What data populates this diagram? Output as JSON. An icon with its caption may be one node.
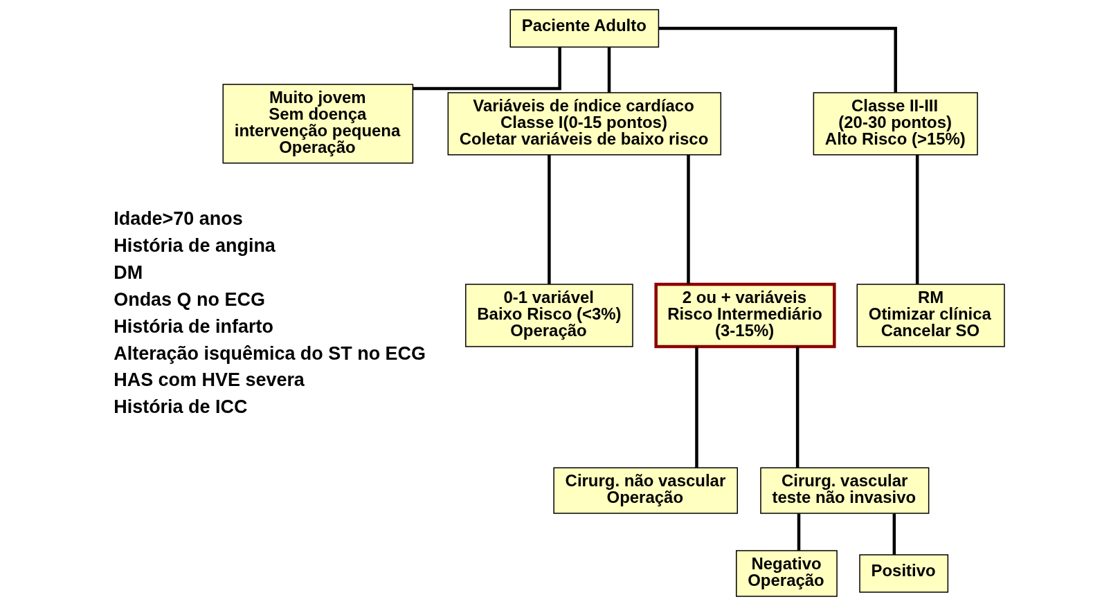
{
  "diagram": {
    "nodes": [
      {
        "text": [
          "Paciente Adulto"
        ]
      },
      {
        "text": [
          "Muito jovem",
          "Sem doença",
          "intervenção pequena",
          "Operação"
        ]
      },
      {
        "text": [
          "Variáveis de índice cardíaco",
          "Classe I(0-15 pontos)",
          "Coletar variáveis de baixo risco"
        ]
      },
      {
        "text": [
          "Classe II-III",
          "(20-30 pontos)",
          "Alto Risco (>15%)"
        ]
      },
      {
        "text": [
          "0-1 variável",
          "Baixo Risco (<3%)",
          "Operação"
        ]
      },
      {
        "text": [
          "2 ou + variáveis",
          "Risco Intermediário",
          "(3-15%)"
        ]
      },
      {
        "text": [
          "RM",
          "Otimizar clínica",
          "Cancelar SO"
        ]
      },
      {
        "text": [
          "Cirurg. não vascular",
          "Operação"
        ]
      },
      {
        "text": [
          "Cirurg. vascular",
          "teste não invasivo"
        ]
      },
      {
        "text": [
          "Negativo",
          "Operação"
        ]
      },
      {
        "text": [
          "Positivo"
        ]
      }
    ],
    "edges": [
      {
        "from": 0,
        "to": 1,
        "arrow": "none"
      },
      {
        "from": 0,
        "to": 2,
        "arrow": "none"
      },
      {
        "from": 0,
        "to": 3,
        "arrow": "none"
      },
      {
        "from": 2,
        "to": 4,
        "arrow": "none"
      },
      {
        "from": 2,
        "to": 5,
        "arrow": "none"
      },
      {
        "from": 3,
        "to": 6,
        "arrow": "none"
      },
      {
        "from": 5,
        "to": 7,
        "arrow": "none"
      },
      {
        "from": 5,
        "to": 8,
        "arrow": "none"
      },
      {
        "from": 8,
        "to": 9,
        "arrow": "none"
      },
      {
        "from": 8,
        "to": 10,
        "arrow": "none"
      }
    ],
    "labels": [
      "Idade>70 anos",
      "História de angina",
      "DM",
      "Ondas Q no ECG",
      "História de infarto",
      "Alteração isquêmica do ST no ECG",
      "HAS com HVE severa",
      "História de ICC"
    ]
  }
}
